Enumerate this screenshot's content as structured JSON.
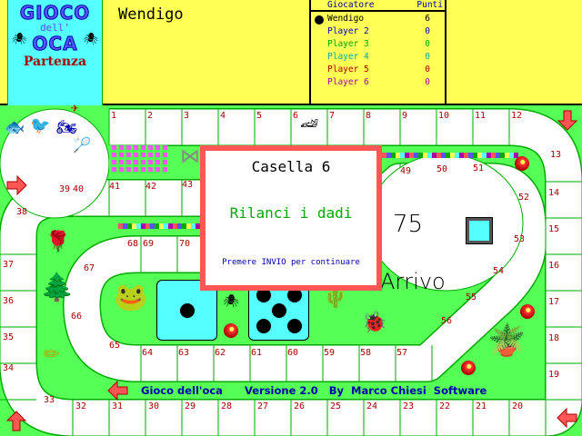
{
  "header": {
    "current_player": "Wendigo"
  },
  "logo": {
    "line1": "GIOCO",
    "line2": "dell'",
    "line3": "OCA",
    "start": "Partenza"
  },
  "scoreboard": {
    "col_player": "Giocatore",
    "col_points": "Punti",
    "rows": [
      {
        "name": "Wendigo",
        "points": "6",
        "color": "#000000",
        "active": true
      },
      {
        "name": "Player 2",
        "points": "0",
        "color": "#0000cc"
      },
      {
        "name": "Player 3",
        "points": "0",
        "color": "#00aa00"
      },
      {
        "name": "Player 4",
        "points": "0",
        "color": "#00aaaa"
      },
      {
        "name": "Player 5",
        "points": "0",
        "color": "#aa0000"
      },
      {
        "name": "Player 6",
        "points": "0",
        "color": "#aa00aa"
      }
    ]
  },
  "board": {
    "cells": [
      "1",
      "2",
      "3",
      "4",
      "5",
      "6",
      "7",
      "8",
      "9",
      "10",
      "11",
      "12",
      "13",
      "14",
      "15",
      "16",
      "17",
      "18",
      "19",
      "20",
      "21",
      "22",
      "23",
      "24",
      "25",
      "26",
      "27",
      "28",
      "29",
      "30",
      "31",
      "32",
      "33",
      "34",
      "35",
      "36",
      "37",
      "38",
      "39",
      "40",
      "41",
      "42",
      "43",
      "49",
      "50",
      "51",
      "52",
      "53",
      "54",
      "55",
      "56",
      "57",
      "58",
      "59",
      "60",
      "61",
      "62",
      "63",
      "64",
      "65",
      "66",
      "67",
      "68",
      "69",
      "70"
    ],
    "finish_number": "75",
    "finish_label": "Arrivo",
    "dice": [
      1,
      5
    ]
  },
  "dialog": {
    "title": "Casella 6",
    "message": "Rilanci i dadi",
    "hint": "Premere INVIO per continuare"
  },
  "footer": {
    "title": "Gioco dell'oca",
    "version": "Versione 2.0",
    "author": "By  Marco Chiesi  Software"
  },
  "colors": {
    "track": "#ffffff",
    "board": "#55ff55",
    "top": "#ffff55",
    "dialog_border": "#ff5555",
    "cell_number": "#aa0000"
  }
}
